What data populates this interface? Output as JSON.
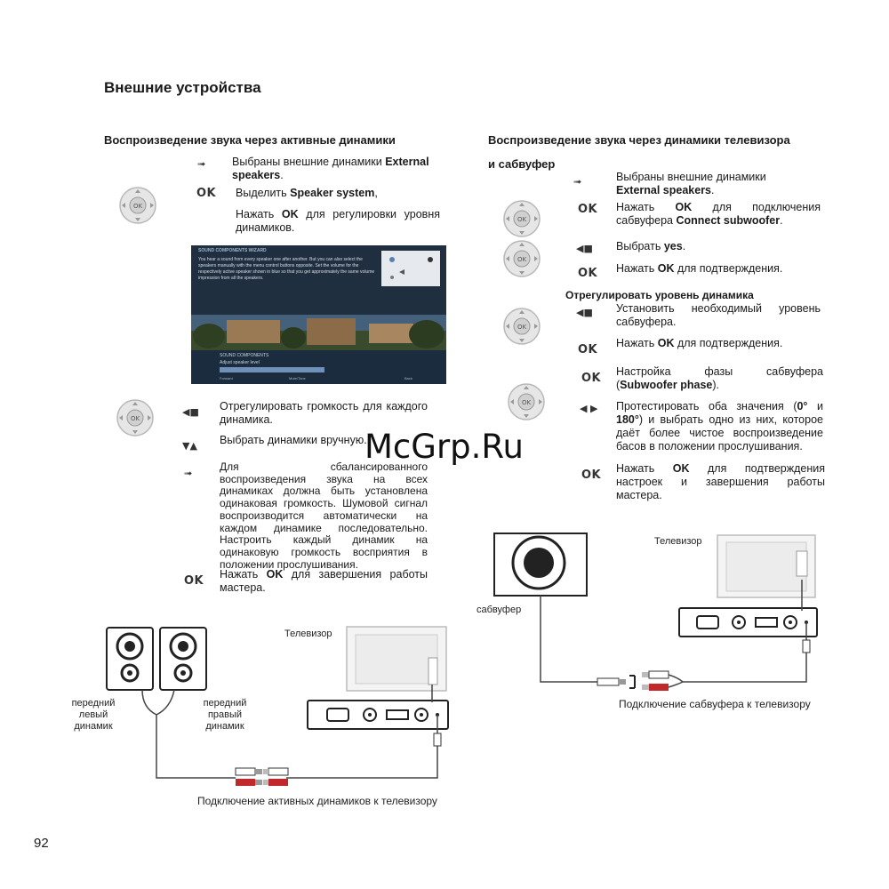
{
  "page": {
    "title": "Внешние устройства",
    "page_number": "92",
    "watermark": "McGrp.Ru"
  },
  "left": {
    "heading": "Воспроизведение звука через активные динамики",
    "note1_prefix": "Выбраны внешние динамики ",
    "note1_bold": "External speakers",
    "note1_suffix": ".",
    "ok_label": "OK",
    "step1_prefix": "Выделить ",
    "step1_bold": "Speaker system",
    "step1_suffix": ",",
    "step2_prefix": "Нажать ",
    "step2_bold": "OK",
    "step2_suffix": " для регулировки уровня динамиков.",
    "screen": {
      "title": "SOUND COMPONENTS WIZARD",
      "text": "You hear a sound from every speaker one after another. But you can also select the speakers manually with the menu control buttons opposite. Set the volume for the respectively active speaker shown in blue so that you get approximately the same volume impression from all the speakers.",
      "bar_title": "SOUND COMPONENTS",
      "bar_subtitle": "Adjust speaker level",
      "foot_left": "Forward",
      "foot_mid": "Mute/Tone",
      "foot_right": "Back"
    },
    "step3": "Отрегулировать громкость для каждого динамика.",
    "step4": "Выбрать динамики вручную.",
    "note2": "Для сбалансированного воспроизведения звука на всех динамиках должна быть установлена одинаковая громкость. Шумовой сигнал воспроизводится автоматически на каждом динамике последовательно. Настроить каждый динамик на одинаковую громкость восприятия в положении прослушивания.",
    "step5_prefix": "Нажать ",
    "step5_bold": "OK",
    "step5_suffix": " для завершения работы мастера.",
    "diagram": {
      "tv_label": "Телевизор",
      "front_left": "передний левый динамик",
      "front_right": "передний правый динамик",
      "caption": "Подключение активных динамиков к телевизору"
    }
  },
  "right": {
    "heading_line1": "Воспроизведение звука через динамики телевизора",
    "heading_line2": "и сабвуфер",
    "note1_line1": "Выбраны внешние динамики",
    "note1_bold": "External speakers",
    "note1_suffix": ".",
    "step1_prefix": "Нажать ",
    "step1_bold": "OK",
    "step1_mid": " для подключения сабвуфера ",
    "step1_bold2": "Connect subwoofer",
    "step1_suffix": ".",
    "step2_prefix": "Выбрать ",
    "step2_bold": "yes",
    "step2_suffix": ".",
    "step3_prefix": "Нажать ",
    "step3_bold": "OK",
    "step3_suffix": " для подтверждения.",
    "subheading": "Отрегулировать уровень динамика",
    "step4": "Установить необходимый уровень сабвуфера.",
    "step5_prefix": "Нажать ",
    "step5_bold": "OK",
    "step5_suffix": " для подтверждения.",
    "step6_prefix": "Настройка фазы сабвуфера (",
    "step6_bold": "Subwoofer phase",
    "step6_suffix": ").",
    "step7_a": "Протестировать оба значения (",
    "step7_b": "0°",
    "step7_c": " и ",
    "step7_d": "180°",
    "step7_e": ") и выбрать одно из них, которое даёт более чистое воспроизведение басов в положении прослушивания.",
    "step8_prefix": "Нажать ",
    "step8_bold": "OK",
    "step8_suffix": " для подтверждения настроек и завершения работы мастера.",
    "diagram": {
      "tv_label": "Телевизор",
      "sub_label": "сабвуфер",
      "caption": "Подключение сабвуфера к телевизору"
    }
  },
  "icons": {
    "arrow": "right-arrow-icon",
    "ok": "ok-button-icon",
    "left_right": "left-right-icon",
    "up_down": "up-down-icon",
    "remote": "remote-control-icon"
  },
  "colors": {
    "text": "#1a1a1a",
    "remote_ring": "#c9c9c9",
    "cable_red": "#c0282b",
    "screen_bg": "#1f2f40"
  }
}
